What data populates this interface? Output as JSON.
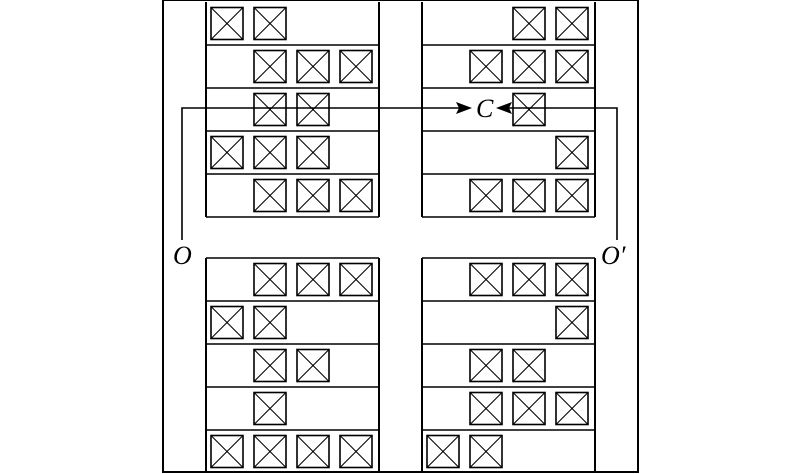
{
  "labels": {
    "origin": "O",
    "origin_prime": "O′",
    "center": "C"
  },
  "colors": {
    "stroke": "#000000",
    "background": "#ffffff"
  },
  "icons": {
    "box": "crossed-box-icon",
    "arrow": "arrowhead-icon"
  },
  "blocks": [
    {
      "name": "top-left",
      "rows": [
        {
          "filled": [
            true,
            true,
            false,
            false
          ]
        },
        {
          "filled": [
            false,
            true,
            true,
            true
          ]
        },
        {
          "filled": [
            false,
            true,
            true,
            false
          ]
        },
        {
          "filled": [
            true,
            true,
            true,
            false
          ]
        },
        {
          "filled": [
            false,
            true,
            true,
            true
          ]
        }
      ]
    },
    {
      "name": "top-right",
      "rows": [
        {
          "filled": [
            false,
            false,
            true,
            true
          ]
        },
        {
          "filled": [
            false,
            true,
            true,
            true
          ]
        },
        {
          "filled": [
            false,
            false,
            true,
            false
          ]
        },
        {
          "filled": [
            false,
            false,
            false,
            true
          ]
        },
        {
          "filled": [
            false,
            true,
            true,
            true
          ]
        }
      ]
    },
    {
      "name": "bottom-left",
      "rows": [
        {
          "filled": [
            false,
            true,
            true,
            true
          ]
        },
        {
          "filled": [
            true,
            true,
            false,
            false
          ]
        },
        {
          "filled": [
            false,
            true,
            true,
            false
          ]
        },
        {
          "filled": [
            false,
            true,
            false,
            false
          ]
        },
        {
          "filled": [
            true,
            true,
            true,
            true
          ]
        }
      ]
    },
    {
      "name": "bottom-right",
      "rows": [
        {
          "filled": [
            false,
            true,
            true,
            true
          ]
        },
        {
          "filled": [
            false,
            false,
            false,
            true
          ]
        },
        {
          "filled": [
            false,
            true,
            true,
            false
          ]
        },
        {
          "filled": [
            false,
            true,
            true,
            true
          ]
        },
        {
          "filled": [
            true,
            true,
            false,
            false
          ]
        }
      ]
    }
  ]
}
